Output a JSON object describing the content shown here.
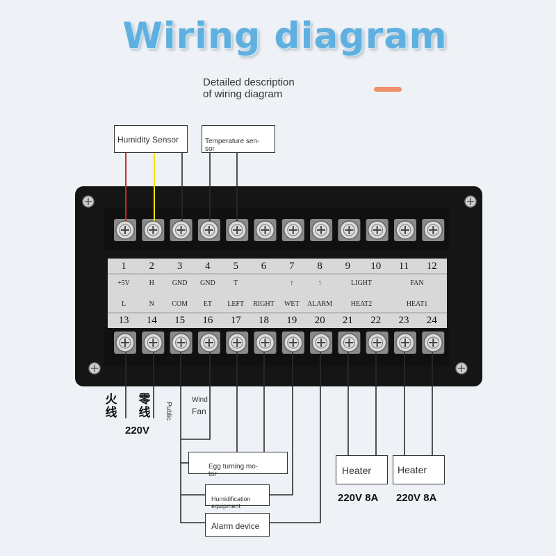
{
  "header": {
    "title": "Wiring diagram",
    "subtitle": "Detailed description\nof wiring diagram",
    "accent_color": "#f0906a"
  },
  "colors": {
    "panel": "#151515",
    "strip": "#d8d8d8",
    "wire": "#2b2b2b",
    "wire_red": "#e02020",
    "wire_yellow": "#f2e600"
  },
  "top_boxes": {
    "humidity_sensor": "Humidity Sensor",
    "temperature_sensor": "Temperature sen-\nsor"
  },
  "terminals_top": [
    {
      "num": "1",
      "label": "+5V"
    },
    {
      "num": "2",
      "label": "H"
    },
    {
      "num": "3",
      "label": "GND"
    },
    {
      "num": "4",
      "label": "GND"
    },
    {
      "num": "5",
      "label": "T"
    },
    {
      "num": "6",
      "label": ""
    },
    {
      "num": "7",
      "label": "↑"
    },
    {
      "num": "8",
      "label": "↑"
    },
    {
      "num": "9",
      "label": ""
    },
    {
      "num": "10",
      "label": ""
    },
    {
      "num": "11",
      "label": ""
    },
    {
      "num": "12",
      "label": ""
    }
  ],
  "top_group_labels": {
    "light": "LIGHT",
    "fan": "FAN"
  },
  "terminals_bottom": [
    {
      "num": "13",
      "label": "L"
    },
    {
      "num": "14",
      "label": "N"
    },
    {
      "num": "15",
      "label": "COM"
    },
    {
      "num": "16",
      "label": "ET"
    },
    {
      "num": "17",
      "label": "LEFT"
    },
    {
      "num": "18",
      "label": "RIGHT"
    },
    {
      "num": "19",
      "label": "WET"
    },
    {
      "num": "20",
      "label": "ALARM"
    },
    {
      "num": "21",
      "label": ""
    },
    {
      "num": "22",
      "label": ""
    },
    {
      "num": "23",
      "label": ""
    },
    {
      "num": "24",
      "label": ""
    }
  ],
  "bottom_group_labels": {
    "heat2": "HEAT2",
    "heat1": "HEAT1"
  },
  "wire_labels": {
    "live": "火\n线",
    "neutral": "零\n线",
    "public": "Public",
    "wind_fan_1": "Wind",
    "wind_fan_2": "Fan",
    "power": "220V"
  },
  "bottom_boxes": {
    "egg_turning": "Egg turning mo-\ntor",
    "humidification": "Humidification\nequipment",
    "alarm": "Alarm device"
  },
  "heaters": [
    {
      "label": "Heater",
      "rating": "220V 8A"
    },
    {
      "label": "Heater",
      "rating": "220V 8A"
    }
  ]
}
